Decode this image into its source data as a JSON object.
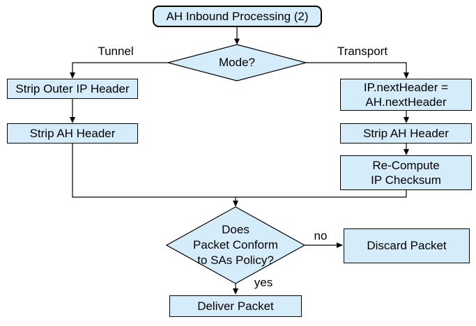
{
  "diagram": {
    "nodes": {
      "start": {
        "label": "AH Inbound Processing (2)"
      },
      "mode_decision": {
        "label": "Mode?"
      },
      "strip_outer_ip_header": {
        "label": "Strip Outer IP Header"
      },
      "strip_ah_header_left": {
        "label": "Strip AH Header"
      },
      "set_ip_next_header": {
        "label": "IP.nextHeader =\nAH.nextHeader"
      },
      "strip_ah_header_right": {
        "label": "Strip AH Header"
      },
      "recompute_ip_checksum": {
        "label": "Re-Compute\nIP Checksum"
      },
      "policy_decision": {
        "label": "Does\nPacket Conform\nto SAs Policy?"
      },
      "discard_packet": {
        "label": "Discard Packet"
      },
      "deliver_packet": {
        "label": "Deliver Packet"
      }
    },
    "edge_labels": {
      "tunnel": "Tunnel",
      "transport": "Transport",
      "no": "no",
      "yes": "yes"
    },
    "colors": {
      "node_fill": "#d5ecfa",
      "node_border": "#000000",
      "connector": "#000000",
      "text": "#000000",
      "background": "#ffffff"
    }
  }
}
